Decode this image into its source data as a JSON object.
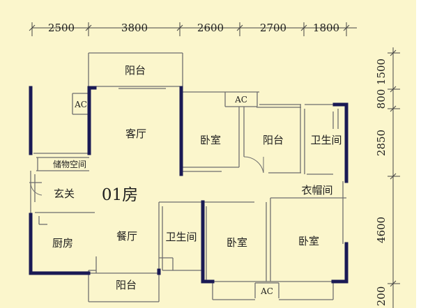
{
  "plan": {
    "unit_name": "01房",
    "top_dimensions": [
      "2500",
      "3800",
      "2600",
      "2700",
      "1800"
    ],
    "right_dimensions": [
      "1500",
      "800",
      "2850",
      "4600",
      "200"
    ],
    "rooms": {
      "balcony_top": "阳台",
      "living_room": "客厅",
      "bedroom_top": "卧室",
      "balcony_mid": "阳台",
      "bathroom_top": "卫生间",
      "storage": "储物空间",
      "entry": "玄关",
      "closet": "衣帽间",
      "kitchen": "厨房",
      "dining": "餐厅",
      "bathroom_bottom": "卫生间",
      "bedroom_bottom_left": "卧室",
      "bedroom_bottom_right": "卧室",
      "balcony_bottom": "阳台"
    },
    "ac_labels": [
      "AC",
      "AC",
      "AC"
    ]
  },
  "colors": {
    "background": "#fbf6cc",
    "wall": "#1a1a55",
    "line": "#6e6e6e",
    "text": "#1e1e1e"
  }
}
